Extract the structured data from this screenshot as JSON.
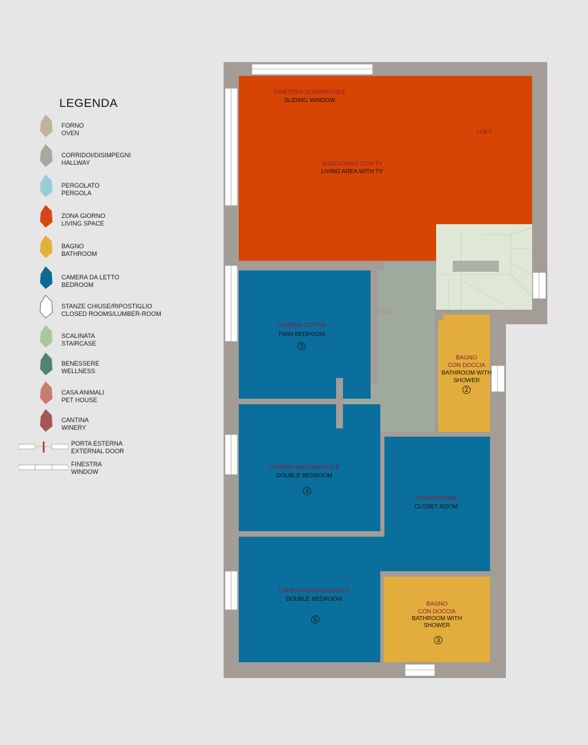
{
  "legend": {
    "title": "LEGENDA",
    "items": [
      {
        "it": "FORNO",
        "en": "OVEN",
        "color": "#c2b49b",
        "icon": "oven-swatch-icon"
      },
      {
        "it": "CORRIDOI/DISIMPEGNI",
        "en": "HALLWAY",
        "color": "#a3aba0",
        "icon": "hallway-swatch-icon"
      },
      {
        "it": "PERGOLATO",
        "en": "PERGOLA",
        "color": "#97cdd9",
        "icon": "pergola-swatch-icon"
      },
      {
        "it": "ZONA GIORNO",
        "en": "LIVING SPACE",
        "color": "#d64516",
        "icon": "living-space-swatch-icon"
      },
      {
        "it": "BAGNO",
        "en": "BATHROOM",
        "color": "#e3b03a",
        "icon": "bathroom-swatch-icon"
      },
      {
        "it": "CAMERA DA LETTO",
        "en": "BEDROOM",
        "color": "#0b6a96",
        "icon": "bedroom-swatch-icon"
      },
      {
        "it": "STANZE CHIUSE/RIPOSTIGLIO",
        "en": "CLOSED ROOMS/LUMBER-ROOM",
        "color": "#ffffff",
        "icon": "closed-rooms-swatch-icon"
      },
      {
        "it": "SCALINATA",
        "en": "STAIRCASE",
        "color": "#a9c79b",
        "icon": "staircase-swatch-icon"
      },
      {
        "it": "BENESSERE",
        "en": "WELLNESS",
        "color": "#4f8378",
        "icon": "wellness-swatch-icon"
      },
      {
        "it": "CASA ANIMALI",
        "en": "PET HOUSE",
        "color": "#c77c72",
        "icon": "pet-house-swatch-icon"
      },
      {
        "it": "CANTINA",
        "en": "WINERY",
        "color": "#a55653",
        "icon": "winery-swatch-icon"
      }
    ],
    "symbols": [
      {
        "it": "PORTA ESTERNA",
        "en": "EXTERNAL DOOR",
        "icon": "external-door-symbol-icon",
        "accent": "#c0392b"
      },
      {
        "it": "FINESTRA",
        "en": "WINDOW",
        "icon": "window-symbol-icon"
      }
    ]
  },
  "rooms": {
    "living": {
      "it": "SOGGIORNO CON TV",
      "en": "LIVING AREA WITH TV"
    },
    "sliding_window": {
      "it": "FINESTRA SCORREVOLE",
      "en": "SLIDING WINDOW"
    },
    "loft": {
      "it": "LOFT"
    },
    "twin": {
      "it": "CAMERA DOPPIA",
      "en": "TWIN BEDROOM",
      "num": "3"
    },
    "bath1": {
      "it1": "BAGNO",
      "it2": "CON DOCCIA",
      "en1": "BATHROOM WITH",
      "en2": "SHOWER",
      "num": "2"
    },
    "double1": {
      "it": "CAMERA MATRIMONIALE",
      "en": "DOUBLE BEDROOM",
      "num": "4"
    },
    "closet": {
      "it": "GUARDAROBA",
      "en": "CLOSET ROOM"
    },
    "double2": {
      "it": "CAMERA MATRIMONIALE",
      "en": "DOUBLE BEDROOM",
      "num": "5"
    },
    "bath2": {
      "it1": "BAGNO",
      "it2": "CON DOCCIA",
      "en1": "BATHROOM WITH",
      "en2": "SHOWER",
      "num": "3"
    }
  },
  "colors": {
    "wall": "#a39c97",
    "living": "#d64503",
    "bedroom": "#0a6f9c",
    "bathroom": "#e2ad3c",
    "hallway": "#9fa99e",
    "staircase": "#dfe8d7",
    "italian_label": "#8b1a3a"
  }
}
